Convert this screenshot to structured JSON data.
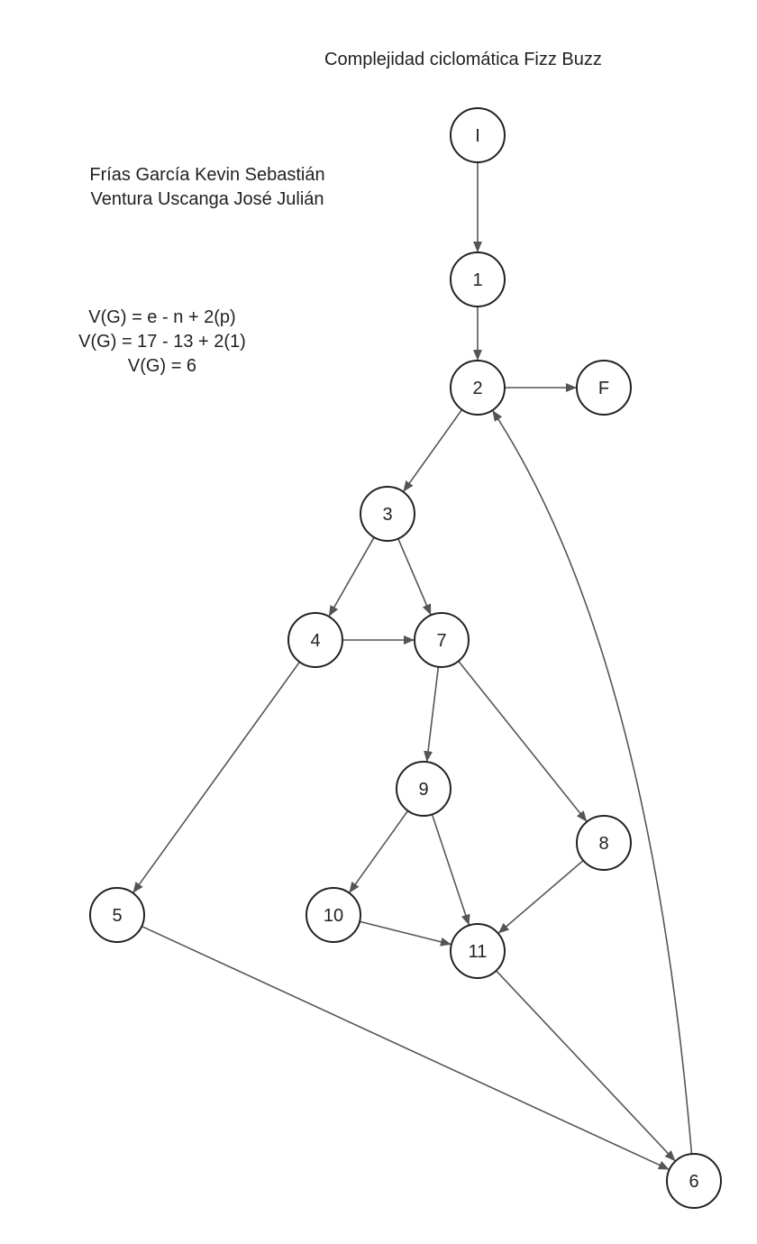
{
  "title": "Complejidad ciclomática Fizz Buzz",
  "authors": [
    "Frías García Kevin Sebastián",
    "Ventura Uscanga José Julián"
  ],
  "formulas": [
    "V(G) = e - n + 2(p)",
    "V(G) = 17 - 13 + 2(1)",
    "V(G) = 6"
  ],
  "style": {
    "node_stroke": "#222222",
    "edge_stroke": "#555555",
    "node_fill": "#ffffff",
    "text_color": "#222222"
  },
  "graph": {
    "nodes": [
      {
        "id": "I",
        "label": "I"
      },
      {
        "id": "1",
        "label": "1"
      },
      {
        "id": "2",
        "label": "2"
      },
      {
        "id": "F",
        "label": "F"
      },
      {
        "id": "3",
        "label": "3"
      },
      {
        "id": "4",
        "label": "4"
      },
      {
        "id": "7",
        "label": "7"
      },
      {
        "id": "9",
        "label": "9"
      },
      {
        "id": "8",
        "label": "8"
      },
      {
        "id": "5",
        "label": "5"
      },
      {
        "id": "10",
        "label": "10"
      },
      {
        "id": "11",
        "label": "11"
      },
      {
        "id": "6",
        "label": "6"
      }
    ],
    "edges": [
      {
        "from": "I",
        "to": "1"
      },
      {
        "from": "1",
        "to": "2"
      },
      {
        "from": "2",
        "to": "F"
      },
      {
        "from": "2",
        "to": "3"
      },
      {
        "from": "3",
        "to": "4"
      },
      {
        "from": "3",
        "to": "7"
      },
      {
        "from": "4",
        "to": "7"
      },
      {
        "from": "4",
        "to": "5"
      },
      {
        "from": "7",
        "to": "9"
      },
      {
        "from": "7",
        "to": "8"
      },
      {
        "from": "9",
        "to": "10"
      },
      {
        "from": "9",
        "to": "11"
      },
      {
        "from": "10",
        "to": "11"
      },
      {
        "from": "8",
        "to": "11"
      },
      {
        "from": "5",
        "to": "6"
      },
      {
        "from": "11",
        "to": "6"
      },
      {
        "from": "6",
        "to": "2"
      }
    ]
  }
}
